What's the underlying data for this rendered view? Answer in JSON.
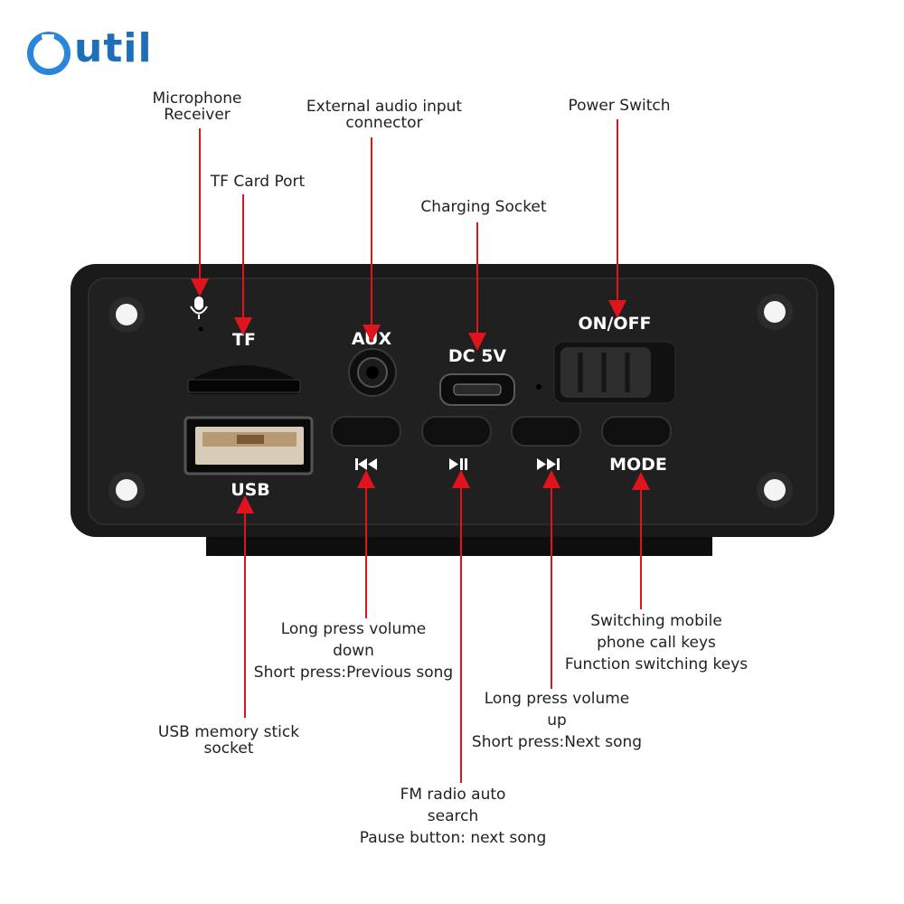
{
  "brand": {
    "name": "util"
  },
  "panel": {
    "tf": "TF",
    "aux": "AUX",
    "dc": "DC 5V",
    "onoff": "ON/OFF",
    "usb": "USB",
    "mode": "MODE",
    "buttons": [
      {
        "icon": "previous-icon",
        "glyph": "⏮"
      },
      {
        "icon": "play-pause-icon",
        "glyph": "⏯"
      },
      {
        "icon": "next-icon",
        "glyph": "⏭"
      }
    ]
  },
  "callouts": {
    "microphone": [
      "Microphone",
      "Receiver"
    ],
    "aux_input": [
      "External audio input",
      "connector"
    ],
    "power": "Power Switch",
    "tf_card": "TF Card Port",
    "charging": "Charging Socket",
    "mode_key": [
      "Switching mobile",
      "phone call keys",
      "Function switching keys"
    ],
    "prev_key": [
      "Long press volume",
      "down",
      "Short press:Previous song"
    ],
    "next_key": [
      "Long press volume",
      "up",
      "Short press:Next song"
    ],
    "usb_socket": [
      "USB memory stick",
      "socket"
    ],
    "play_key": [
      "FM radio auto",
      "search",
      "Pause button: next song"
    ]
  },
  "colors": {
    "arrow": "#e0141c",
    "panel": "#1c1c1c",
    "logo": "#1f6fb8"
  }
}
